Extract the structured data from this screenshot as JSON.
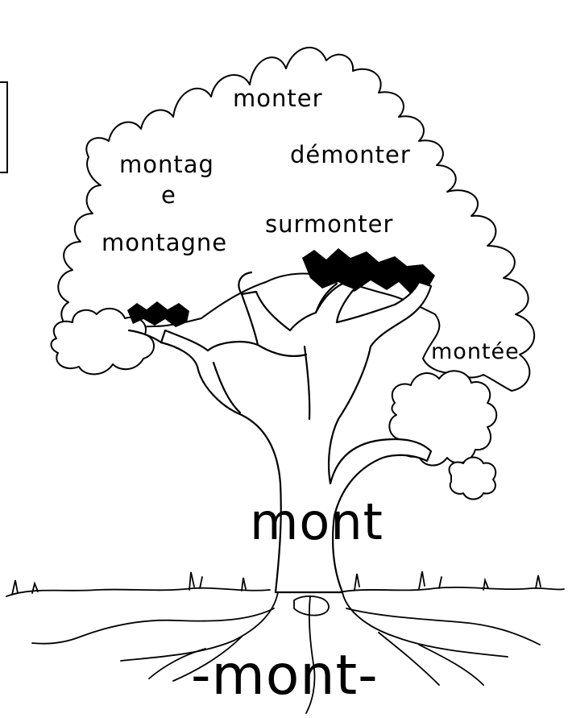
{
  "words": {
    "monter": "monter",
    "demonter": "démonter",
    "montag": "montag",
    "e": "e",
    "surmonter": "surmonter",
    "montagne": "montagne",
    "montee": "montée"
  },
  "root_word": "mont",
  "affix_label": "-mont-",
  "colors": {
    "ink": "#000000",
    "paper": "#ffffff"
  }
}
